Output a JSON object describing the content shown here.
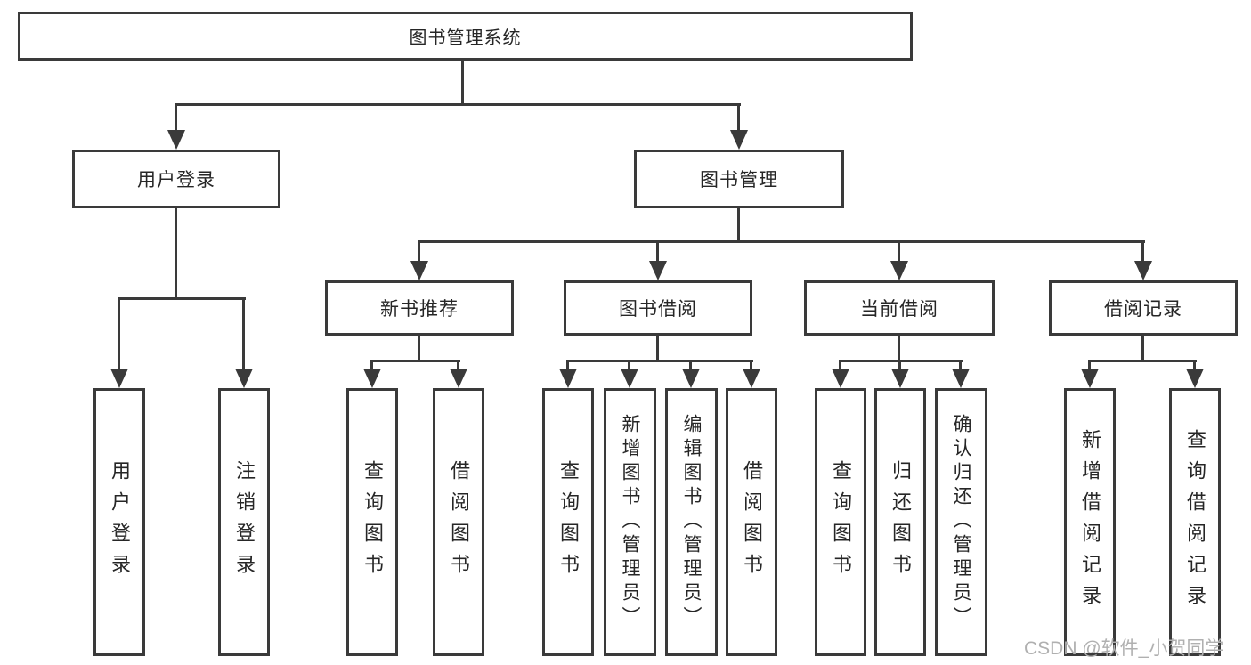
{
  "diagram_type": "functional-structure-tree",
  "colors": {
    "line": "#3a3a3a",
    "background": "#ffffff",
    "text": "#262626",
    "watermark": "#b0b0b0"
  },
  "watermark": "CSDN @软件_小贺同学",
  "tree": {
    "label": "图书管理系统",
    "children": [
      {
        "label": "用户登录",
        "children": [
          {
            "label": "用户登录"
          },
          {
            "label": "注销登录"
          }
        ]
      },
      {
        "label": "图书管理",
        "children": [
          {
            "label": "新书推荐",
            "children": [
              {
                "label": "查询图书"
              },
              {
                "label": "借阅图书"
              }
            ]
          },
          {
            "label": "图书借阅",
            "children": [
              {
                "label": "查询图书"
              },
              {
                "label": "新增图书（管理员）"
              },
              {
                "label": "编辑图书（管理员）"
              },
              {
                "label": "借阅图书"
              }
            ]
          },
          {
            "label": "当前借阅",
            "children": [
              {
                "label": "查询图书"
              },
              {
                "label": "归还图书"
              },
              {
                "label": "确认归还（管理员）"
              }
            ]
          },
          {
            "label": "借阅记录",
            "children": [
              {
                "label": "新增借阅记录"
              },
              {
                "label": "查询借阅记录"
              }
            ]
          }
        ]
      }
    ]
  }
}
